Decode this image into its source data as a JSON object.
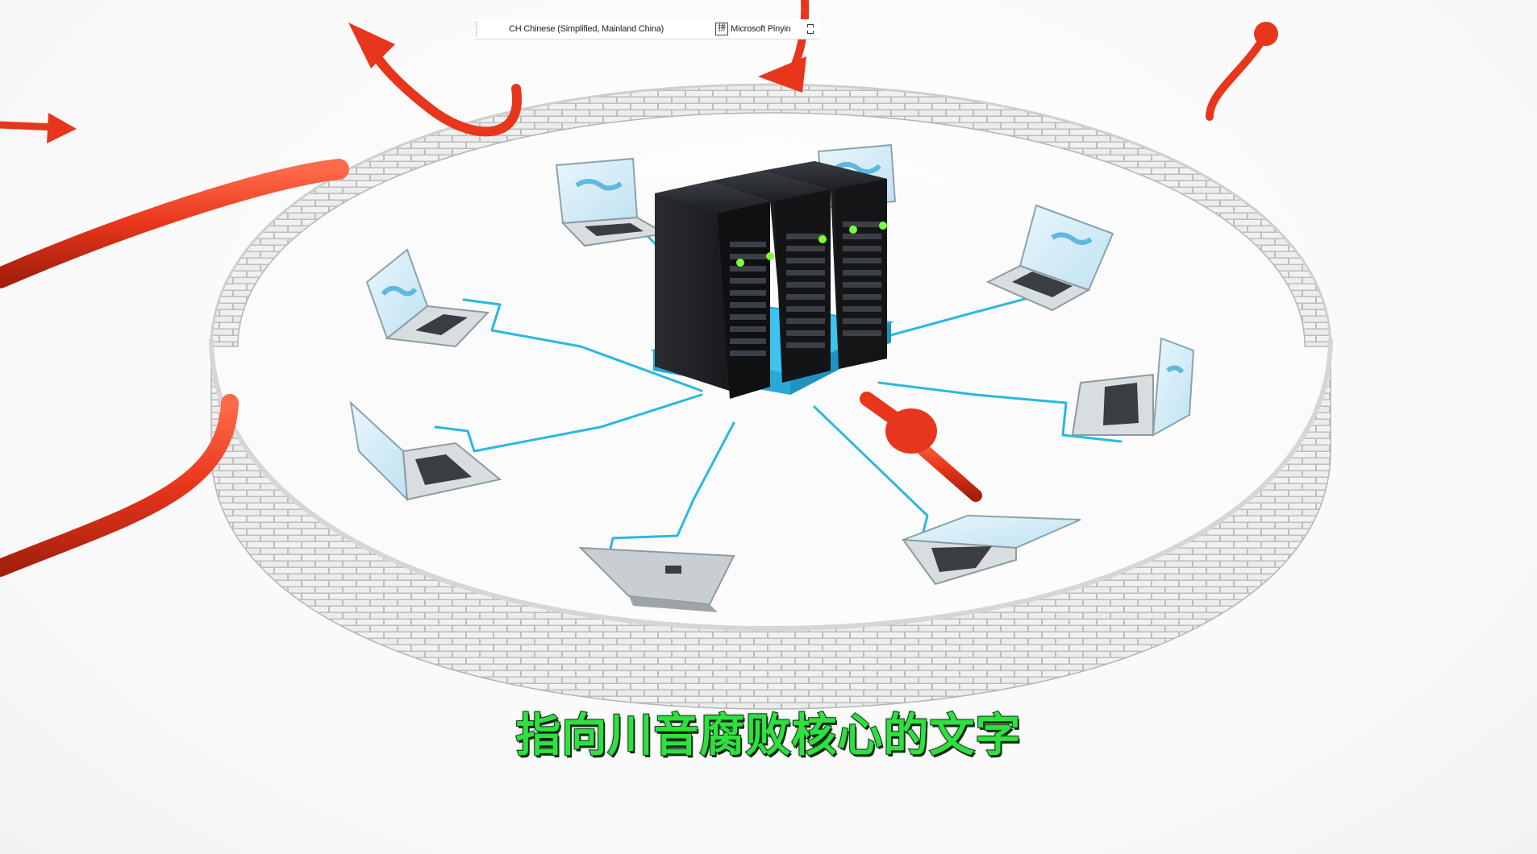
{
  "ime_bar": {
    "language_label": "CH Chinese (Simplified, Mainland China)",
    "mode_glyph": "拼",
    "ime_name": "Microsoft Pinyin"
  },
  "subtitle": {
    "text": "指向川音腐败核心的文字"
  },
  "colors": {
    "arrow_red": "#e8361c",
    "cable_cyan": "#2bb8e0",
    "subtitle_green": "#2fe040",
    "server_black": "#1b1d20",
    "brick": "#e9e9e9"
  },
  "icons": {
    "server_rack": "server-rack-icon",
    "laptop": "laptop-icon",
    "threat_arrow": "red-arrow-icon",
    "firewall": "brick-wall-icon"
  }
}
